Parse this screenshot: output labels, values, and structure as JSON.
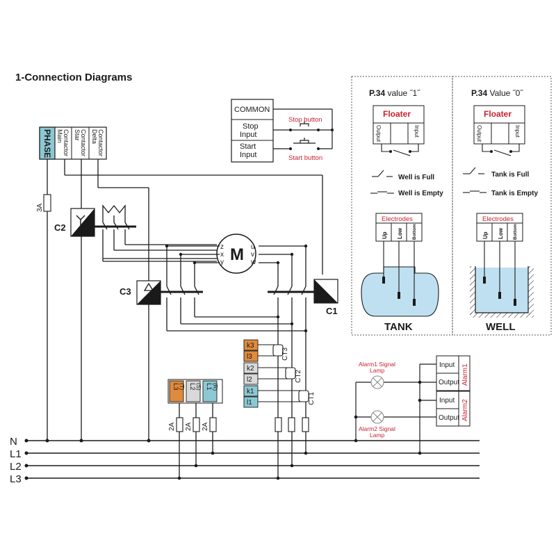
{
  "title": "1-Connection Diagrams",
  "colors": {
    "line": "#1a1a1a",
    "red": "#c8202e",
    "teal": "#8cc8d4",
    "orange": "#e08a3c",
    "tan": "#d9a66a",
    "gray": "#d9d9d9",
    "water": "#bfe0f0"
  },
  "phase_box": {
    "phase": "PHASE",
    "main": "Main Contactor",
    "star": "Star Contactor",
    "delta": "Delta Contactor"
  },
  "fuse_3a": "3A",
  "contactors": {
    "c1": "C1",
    "c2": "C2",
    "c3": "C3"
  },
  "motor": {
    "label": "M",
    "left": [
      "z",
      "x",
      "y"
    ],
    "right": [
      "u",
      "v",
      "w"
    ]
  },
  "control": {
    "common": "COMMON",
    "stop_input": "Stop Input",
    "start_input": "Start Input",
    "stop_button": "Stop button",
    "start_button": "Start button"
  },
  "ct_block": {
    "rows": [
      "k3",
      "l3",
      "k2",
      "l2",
      "k1",
      "l1"
    ],
    "cts": [
      "CT3",
      "CT2",
      "CT1"
    ]
  },
  "voltage_block": {
    "l3": "L3",
    "l3s": "(T)",
    "l2": "L2",
    "l2s": "(S)",
    "l1": "L1",
    "l1s": "(R)"
  },
  "fuse_2a": "2A",
  "alarms": {
    "lamp1": "Alarm1 Signal Lamp",
    "lamp2": "Alarm2 Signal Lamp",
    "alarm1": "Alarm1",
    "alarm2": "Alarm2",
    "input": "Input",
    "output": "Output"
  },
  "buses": [
    "N",
    "L1",
    "L2",
    "L3"
  ],
  "panel1": {
    "heading_prefix": "P.34",
    "heading_text": "value",
    "heading_val": "˝1˝",
    "floater": "Floater",
    "output": "Output",
    "input": "Input",
    "state1": "Well is Full",
    "state2": "Well is Empty",
    "electrodes": "Electrodes",
    "up": "Up",
    "low": "Low",
    "bottom": "Bottom",
    "name": "TANK"
  },
  "panel2": {
    "heading_prefix": "P.34",
    "heading_text": "Value",
    "heading_val": "˝0˝",
    "floater": "Floater",
    "output": "Output",
    "input": "Input",
    "state1": "Tank is Full",
    "state2": "Tank is Empty",
    "electrodes": "Electrodes",
    "up": "Up",
    "low": "Low",
    "bottom": "Bottom",
    "name": "WELL"
  }
}
